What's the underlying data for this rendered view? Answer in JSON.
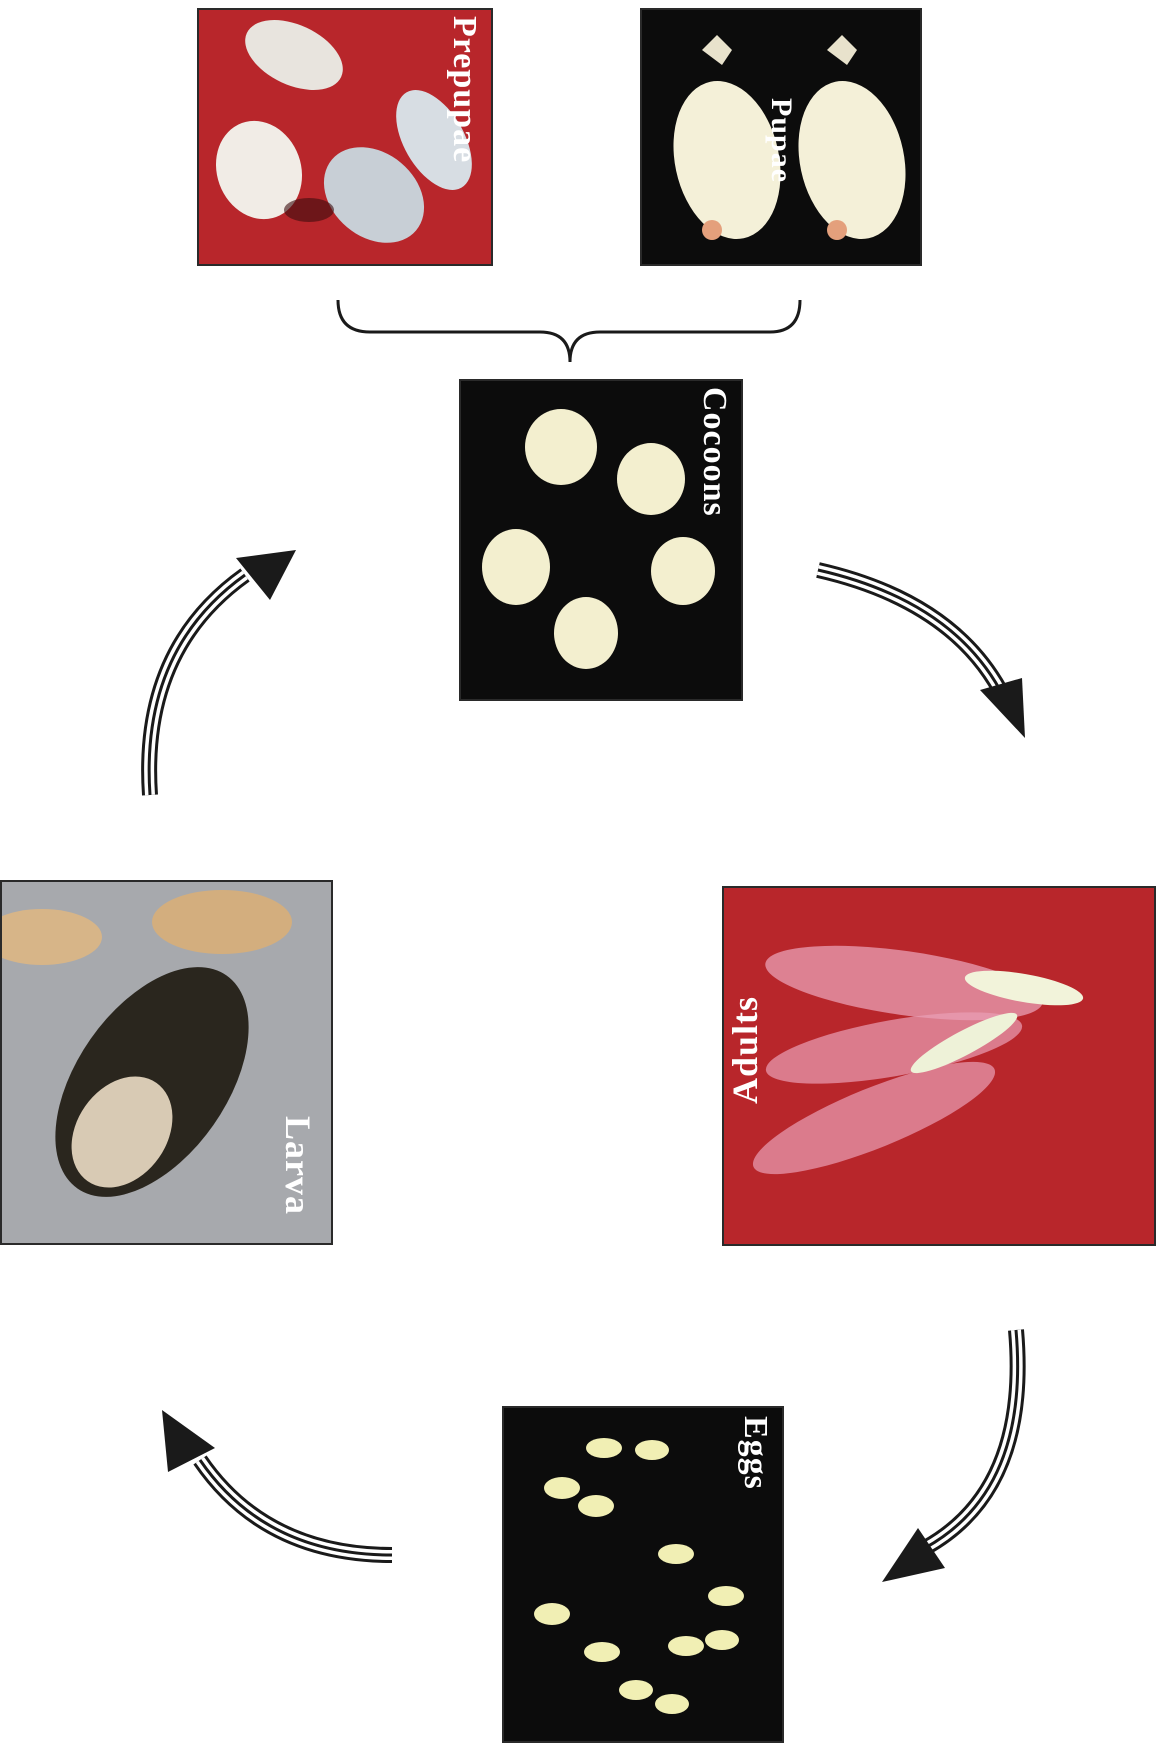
{
  "stages": {
    "prepupae": "Prepupae",
    "pupae": "Pupae",
    "cocoons": "Cocoons",
    "adults": "Adults",
    "eggs": "Eggs",
    "larva": "Larva"
  },
  "colors": {
    "red": "#b8262b",
    "black": "#0c0c0c",
    "gray": "#a7a9ad",
    "arrow": "#1a1a1a"
  }
}
